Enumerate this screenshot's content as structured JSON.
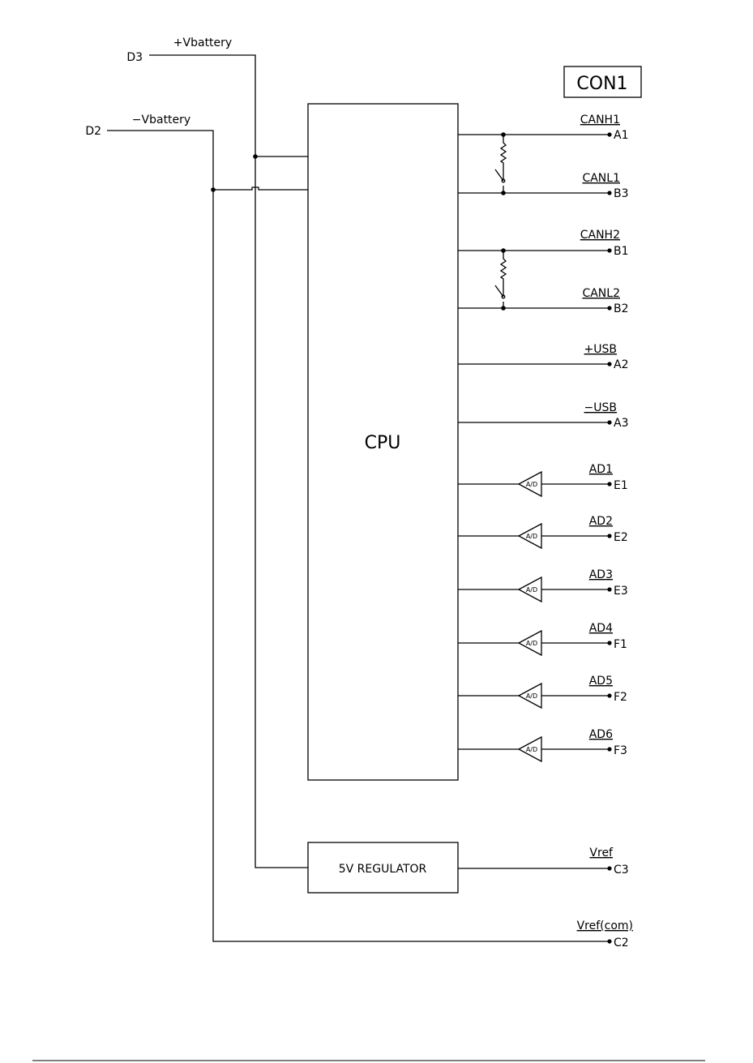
{
  "connector": {
    "label": "CON1"
  },
  "cpu": {
    "label": "CPU"
  },
  "regulator": {
    "label": "5V  REGULATOR"
  },
  "power_inputs": [
    {
      "pin": "D3",
      "name": "+Vbattery"
    },
    {
      "pin": "D2",
      "name": "−Vbattery"
    }
  ],
  "can_lines": [
    {
      "signal": "CANH1",
      "pin": "A1"
    },
    {
      "signal": "CANL1",
      "pin": "B3"
    },
    {
      "signal": "CANH2",
      "pin": "B1"
    },
    {
      "signal": "CANL2",
      "pin": "B2"
    }
  ],
  "usb_lines": [
    {
      "signal": "+USB",
      "pin": "A2"
    },
    {
      "signal": "−USB",
      "pin": "A3"
    }
  ],
  "analog_inputs": [
    {
      "signal": "AD1",
      "pin": "E1"
    },
    {
      "signal": "AD2",
      "pin": "E2"
    },
    {
      "signal": "AD3",
      "pin": "E3"
    },
    {
      "signal": "AD4",
      "pin": "F1"
    },
    {
      "signal": "AD5",
      "pin": "F2"
    },
    {
      "signal": "AD6",
      "pin": "F3"
    }
  ],
  "adc_label": "A/D",
  "vref_line": {
    "signal": "Vref",
    "pin": "C3"
  },
  "vref_com_line": {
    "signal": "Vref(com)",
    "pin": "C2"
  }
}
